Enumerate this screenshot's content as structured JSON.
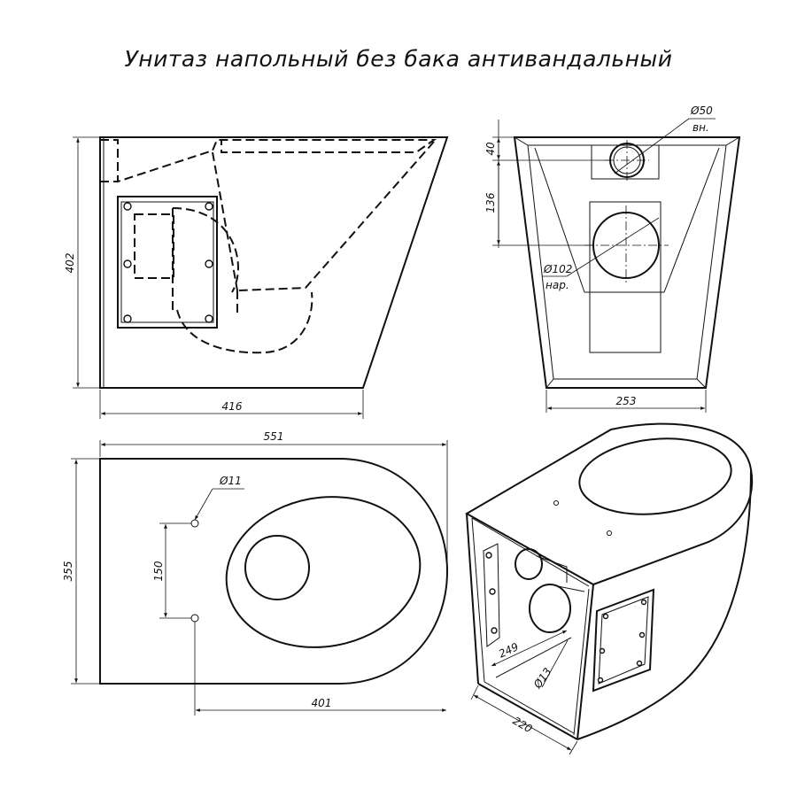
{
  "title": "Унитаз напольный без бака антивандальный",
  "side_view": {
    "height": "402",
    "width": "416"
  },
  "front_view": {
    "dim_top": "40",
    "dim_mid": "136",
    "dim_width": "253",
    "pipe_small": "Ø50",
    "pipe_small_note": "вн.",
    "pipe_large": "Ø102",
    "pipe_large_note": "нар."
  },
  "top_view": {
    "total_length": "551",
    "height": "355",
    "hole_spacing": "150",
    "hole_diameter": "Ø11",
    "hole_to_front": "401"
  },
  "iso_view": {
    "dim_depth": "249",
    "dim_width": "220",
    "hole": "Ø13"
  }
}
